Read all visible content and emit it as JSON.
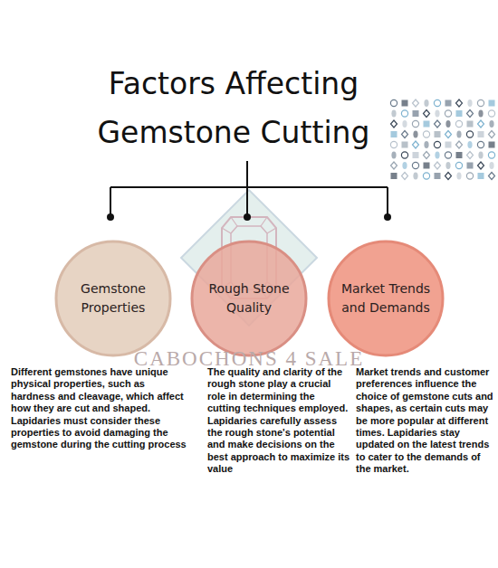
{
  "diagram": {
    "title": "Factors Affecting Gemstone Cutting",
    "nodes": [
      {
        "text": [
          "Gemstone Properties",
          "Different gemstones have unique physical properties, such as hardness and cleavage, which affect how they are cut and shaped. Lapidaries must consider these properties to avoid damaging the gemstone during the cutting process"
        ]
      },
      {
        "text": [
          "Rough Stone Quality",
          "The quality and clarity of the rough stone play a crucial role in determining the cutting techniques employed. Lapidaries carefully assess the rough stone's potential and make decisions on the best approach to maximize its value"
        ]
      },
      {
        "text": [
          "Market Trends and Demands",
          "Market trends and customer preferences influence the choice of gemstone cuts and shapes, as certain cuts may be more popular at different times. Lapidaries stay updated on the latest trends to cater to the demands of the market."
        ]
      }
    ],
    "labels": [
      "CABOCHONS 4 SALE"
    ]
  }
}
